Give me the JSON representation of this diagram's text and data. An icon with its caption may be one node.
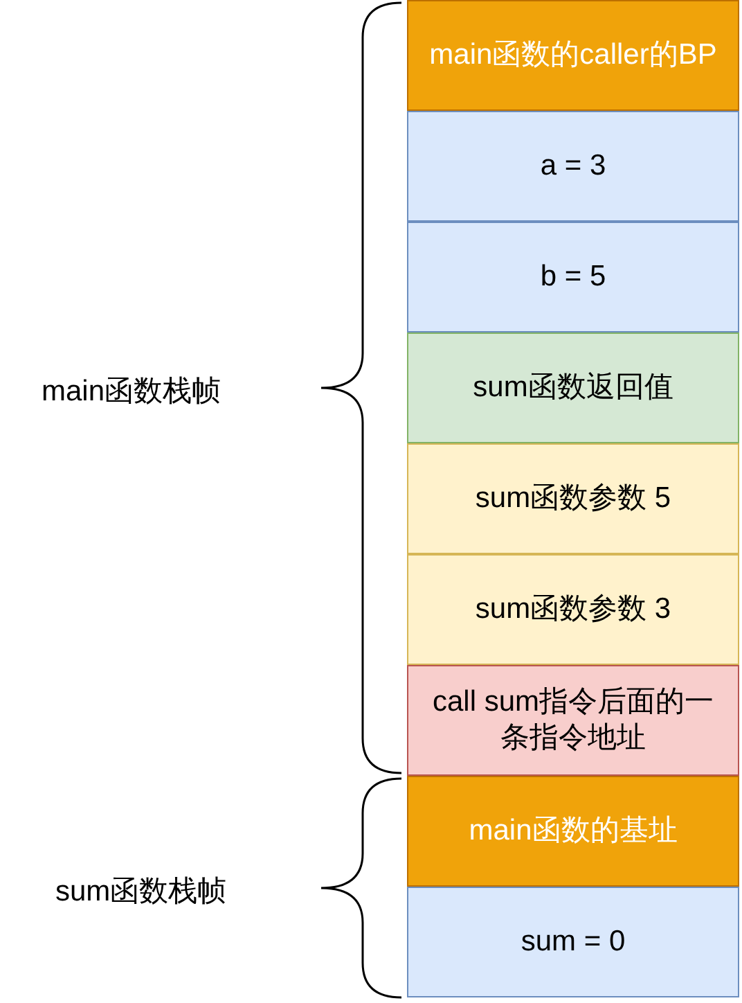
{
  "diagram": {
    "nodes": [
      {
        "text": [
          "main函数的caller的BP"
        ]
      },
      {
        "text": [
          "a = 3"
        ]
      },
      {
        "text": [
          "b = 5"
        ]
      },
      {
        "text": [
          "sum函数返回值"
        ]
      },
      {
        "text": [
          "sum函数参数 5"
        ]
      },
      {
        "text": [
          "sum函数参数 3"
        ]
      },
      {
        "text": [
          "call sum指令后面的一条指令地址"
        ]
      },
      {
        "text": [
          "main函数的基址"
        ]
      },
      {
        "text": [
          "sum = 0"
        ]
      }
    ],
    "edges": [],
    "labels": [
      "main函数栈帧",
      "sum函数栈帧"
    ]
  }
}
